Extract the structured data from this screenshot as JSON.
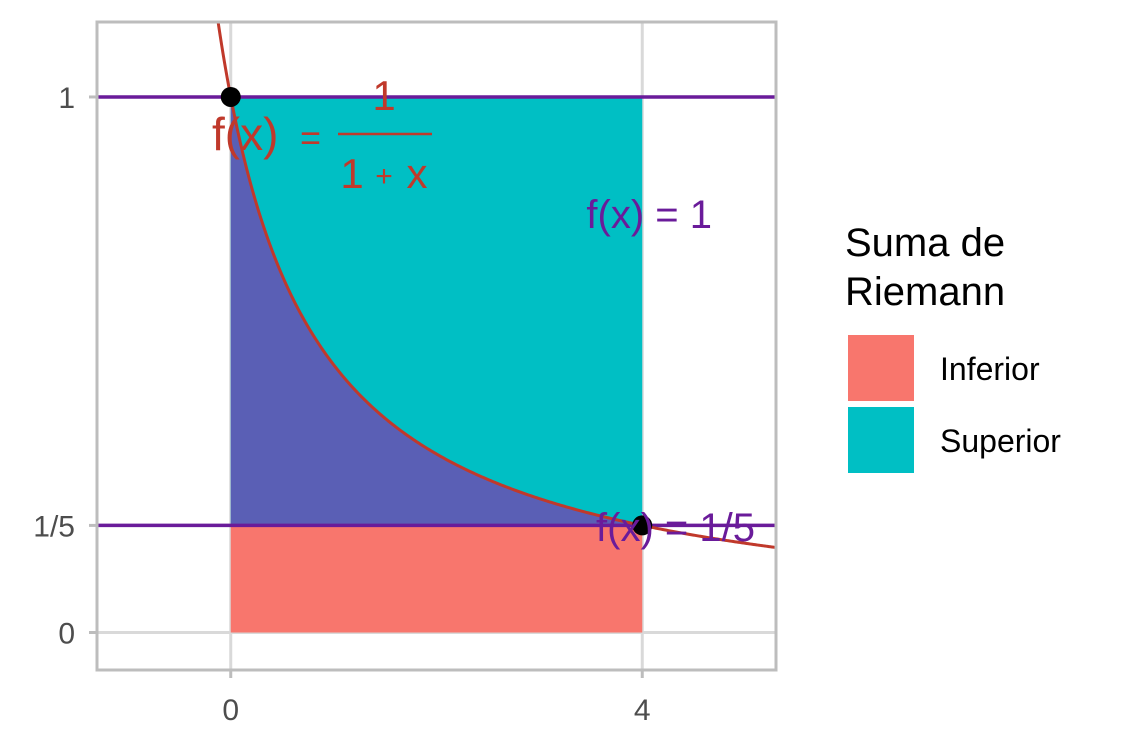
{
  "chart_data": {
    "type": "area",
    "function": {
      "label_lhs": "f(x)",
      "label_eq": "=",
      "label_num": "1",
      "label_den_a": "1",
      "label_den_op": "+",
      "label_den_b": "x",
      "color": "#c0392b"
    },
    "xlim": [
      -1.3,
      5.3
    ],
    "ylim": [
      -0.07,
      1.14
    ],
    "x_ticks": [
      {
        "value": 0,
        "label": "0"
      },
      {
        "value": 4,
        "label": "4"
      }
    ],
    "y_ticks": [
      {
        "value": 0,
        "label": "0"
      },
      {
        "value": 0.2,
        "label": "1/5"
      },
      {
        "value": 1,
        "label": "1"
      }
    ],
    "hlines": [
      {
        "y": 1,
        "label": "f(x) = 1",
        "color": "#6a1b9a"
      },
      {
        "y": 0.2,
        "label": "f(x) = 1/5",
        "color": "#6a1b9a"
      }
    ],
    "points": [
      {
        "x": 0,
        "y": 1
      },
      {
        "x": 4,
        "y": 0.2
      }
    ],
    "regions": {
      "inferior": {
        "x": [
          0,
          4
        ],
        "y": [
          0,
          0.2
        ],
        "color": "#f8766d"
      },
      "superior": {
        "x": [
          0,
          4
        ],
        "y": [
          0.2,
          1
        ],
        "color": "#00bfc4"
      },
      "under_curve_color": "#5a5fb5"
    },
    "legend": {
      "title_line1": "Suma de",
      "title_line2": "Riemann",
      "items": [
        {
          "label": "Inferior",
          "color": "#f8766d"
        },
        {
          "label": "Superior",
          "color": "#00bfc4"
        }
      ],
      "position": "right"
    },
    "grid": true
  }
}
